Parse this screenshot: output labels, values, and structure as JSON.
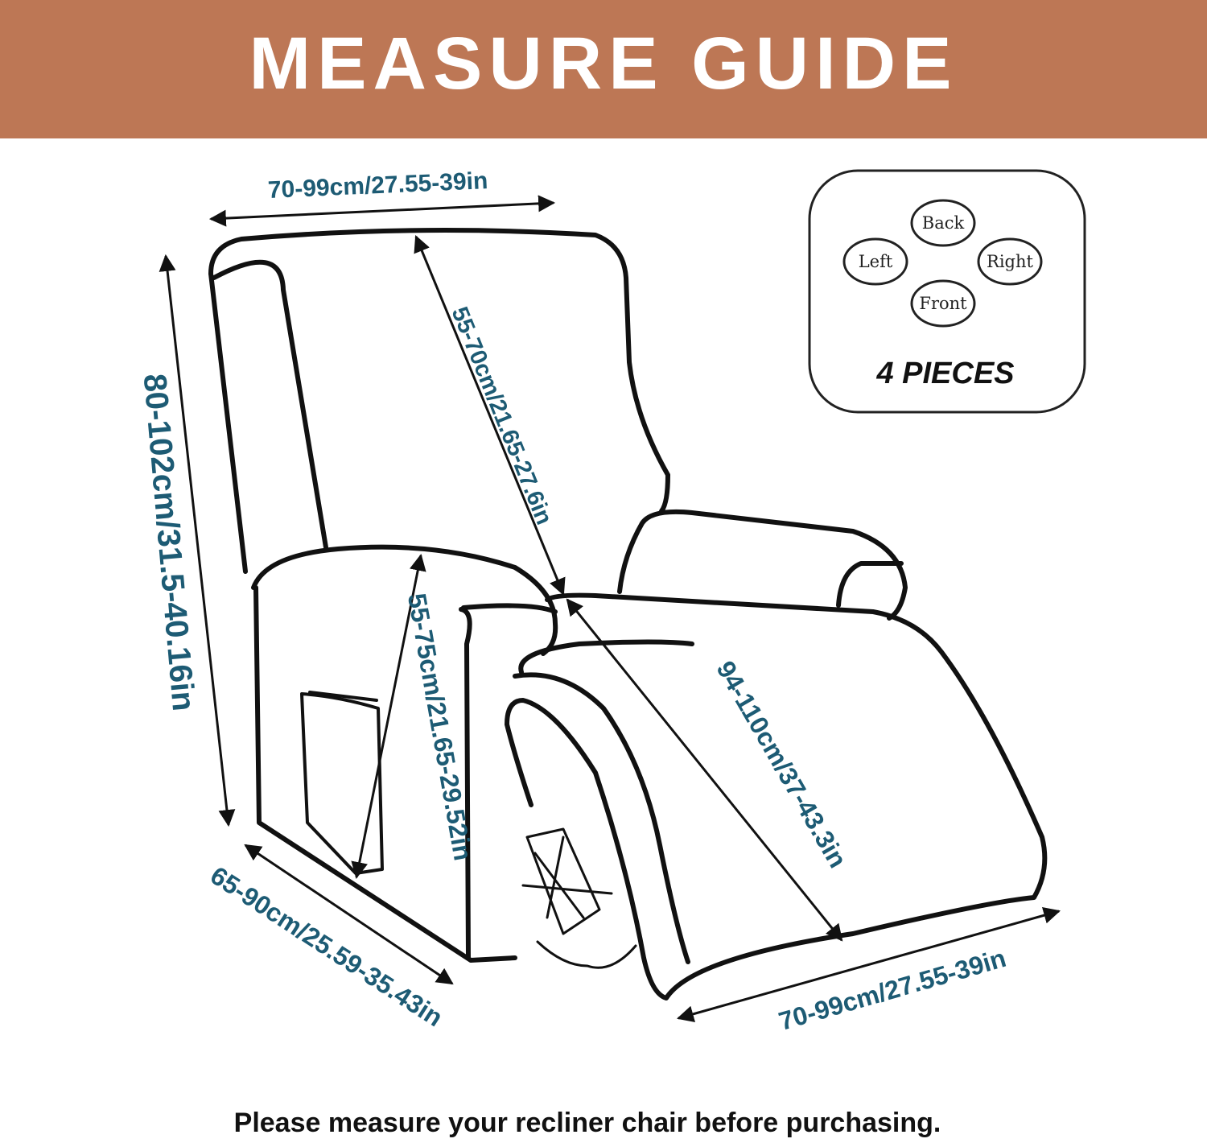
{
  "banner": {
    "title": "MEASURE GUIDE"
  },
  "dimensions": {
    "top_width": "70-99cm/27.55-39in",
    "back_height": "55-70cm/21.65-27.6in",
    "total_height": "80-102cm/31.5-40.16in",
    "arm_height": "55-75cm/21.65-29.52in",
    "seat_depth": "65-90cm/25.59-35.43in",
    "footrest_length": "94-110cm/37-43.3in",
    "footrest_width": "70-99cm/27.55-39in"
  },
  "pieces": {
    "back": "Back",
    "left": "Left",
    "right": "Right",
    "front": "Front",
    "count_label": "4 PIECES"
  },
  "colors": {
    "banner": "#bd7755",
    "dimension_text": "#1d5b74",
    "outline": "#111111"
  },
  "footer": {
    "note": "Please measure your recliner chair before purchasing."
  }
}
